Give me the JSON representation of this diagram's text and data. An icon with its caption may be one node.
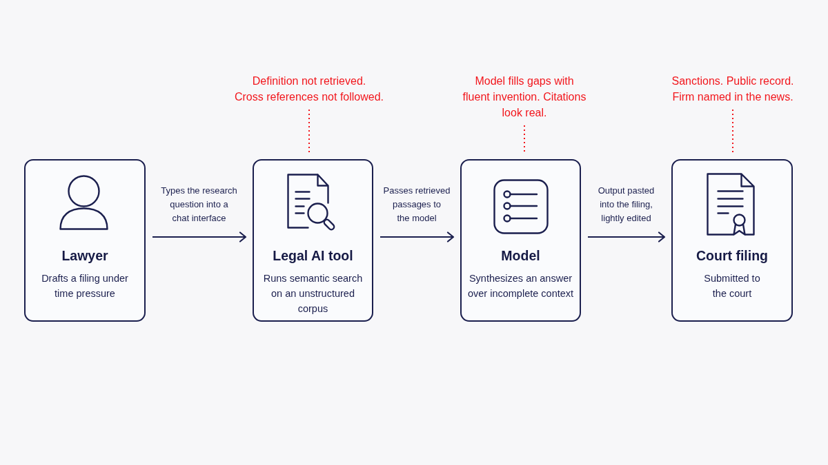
{
  "diagram": {
    "nodes": [
      {
        "text": [
          "Definition not retrieved. Cross references not followed."
        ]
      },
      {
        "text": [
          "Model fills gaps with fluent invention. Citations look real."
        ]
      },
      {
        "text": [
          "Sanctions. Public record. Firm named in the news."
        ]
      },
      {
        "text": [
          "Lawyer",
          "Drafts a filing under time pressure"
        ]
      },
      {
        "text": [
          "Legal AI tool",
          "Runs semantic search on an unstructured corpus"
        ]
      },
      {
        "text": [
          "Model",
          "Synthesizes an answer over incomplete context"
        ]
      },
      {
        "text": [
          "Court filing",
          "Submitted to the court"
        ]
      }
    ],
    "edges": [
      {
        "from": 3,
        "to": 4,
        "arrow": "to",
        "label": "Types the research question into a chat interface"
      },
      {
        "from": 4,
        "to": 5,
        "arrow": "to",
        "label": "Passes retrieved passages to the model"
      },
      {
        "from": 5,
        "to": 6,
        "arrow": "to",
        "label": "Output pasted into the filing, lightly edited"
      },
      {
        "from": 0,
        "to": 4,
        "arrow": "none",
        "style": "dashed",
        "color": "#f2161c"
      },
      {
        "from": 1,
        "to": 5,
        "arrow": "none",
        "style": "dashed",
        "color": "#f2161c"
      },
      {
        "from": 2,
        "to": 6,
        "arrow": "none",
        "style": "dashed",
        "color": "#f2161c"
      }
    ]
  }
}
